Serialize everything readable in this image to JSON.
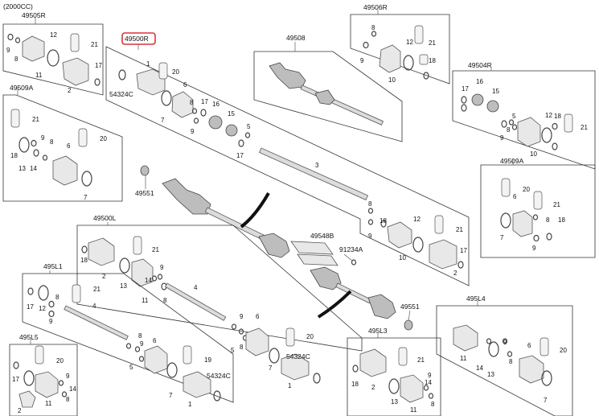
{
  "header": {
    "variant": "(2000CC)"
  },
  "highlight": {
    "color": "#d8343a"
  },
  "labels": {
    "l49505R": "49505R",
    "l49506R": "49506R",
    "l49500R": "49500R",
    "l49508": "49508",
    "l49504R": "49504R",
    "l49509A": "49509A",
    "l49509A_b": "49509A",
    "l54324C": "54324C",
    "l54324C_b": "54324C",
    "l54324C_c": "54324C",
    "l49551": "49551",
    "l49551_b": "49551",
    "l49500L": "49500L",
    "l49548B": "49548B",
    "l91234A": "91234A",
    "l495L1": "495L1",
    "l495L3": "495L3",
    "l495L4": "495L4",
    "l495L5": "495L5",
    "n1": "1",
    "n2": "2",
    "n3": "3",
    "n4": "4",
    "n5": "5",
    "n6": "6",
    "n7": "7",
    "n8": "8",
    "n9": "9",
    "n10": "10",
    "n11": "11",
    "n12": "12",
    "n13": "13",
    "n14": "14",
    "n15": "15",
    "n16": "16",
    "n17": "17",
    "n18": "18",
    "n19": "19",
    "n20": "20",
    "n21": "21"
  }
}
